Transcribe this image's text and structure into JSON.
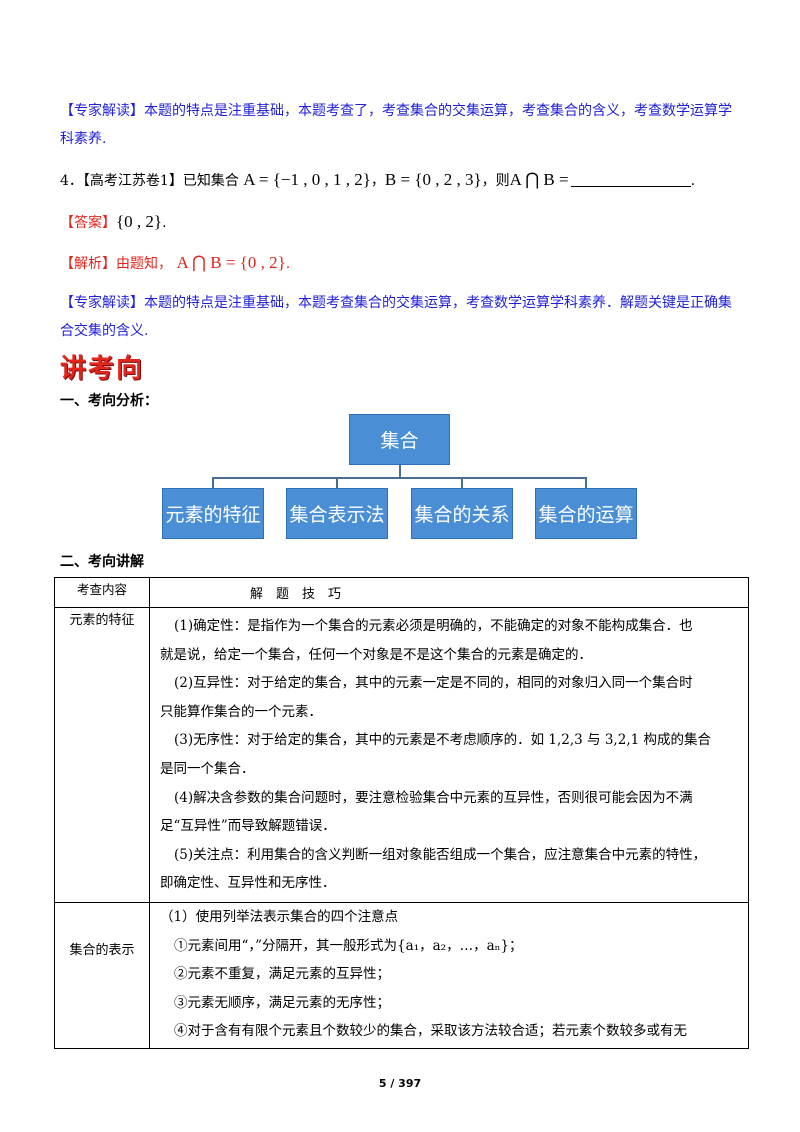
{
  "p1": {
    "tag": "【专家解读】",
    "line1": "本题的特点是注重基础，本题考查了，考查集合的交集运算，考查集合的含义，考查数学运算学",
    "line2": "科素养."
  },
  "q4": {
    "number": "4．",
    "source": "【高考江苏卷1】",
    "text": "已知集合",
    "set_a": "A = {−1 , 0 , 1 , 2}",
    "comma": "，",
    "set_b": "B = {0 , 2 , 3}",
    "then": "，则",
    "expr": "A ⋂ B =",
    "end": "."
  },
  "answer": {
    "tag": "【答案】",
    "value": "{0 , 2}",
    "end": "."
  },
  "analysis": {
    "tag": "【解析】",
    "text": "由题知，",
    "expr": "A ⋂ B = {0 , 2}",
    "end": "."
  },
  "p2": {
    "tag": "【专家解读】",
    "line1": "本题的特点是注重基础，本题考查集合的交集运算，考查数学运算学科素养．解题关键是正确集",
    "line2": "合交集的含义."
  },
  "banner": "讲考向",
  "section1": "一、考向分析：",
  "diagram": {
    "root": "集合",
    "children": [
      "元素的特征",
      "集合表示法",
      "集合的关系",
      "集合的运算"
    ]
  },
  "section2": "二、考向讲解",
  "table": {
    "header": [
      "考查内容",
      "解　题　技　巧"
    ],
    "row1": {
      "label": "元素的特征",
      "p1a": "(1)确定性：是指作为一个集合的元素必须是明确的，不能确定的对象不能构成集合．也",
      "p1b": "就是说，给定一个集合，任何一个对象是不是这个集合的元素是确定的．",
      "p2a": "(2)互异性：对于给定的集合，其中的元素一定是不同的，相同的对象归入同一个集合时",
      "p2b": "只能算作集合的一个元素．",
      "p3a": "(3)无序性：对于给定的集合，其中的元素是不考虑顺序的．如 1,2,3 与 3,2,1 构成的集合",
      "p3b": "是同一个集合．",
      "p4a": "(4)解决含参数的集合问题时，要注意检验集合中元素的互异性，否则很可能会因为不满",
      "p4b": "足“互异性”而导致解题错误．",
      "p5a": "(5)关注点：利用集合的含义判断一组对象能否组成一个集合，应注意集合中元素的特性，",
      "p5b": "即确定性、互异性和无序性．"
    },
    "row2": {
      "label": "集合的表示",
      "title": "（1）使用列举法表示集合的四个注意点",
      "i1": "①元素间用“，”分隔开，其一般形式为{a₁，a₂，…，aₙ}；",
      "i2": "②元素不重复，满足元素的互异性；",
      "i3": "③元素无顺序，满足元素的无序性；",
      "i4": "④对于含有有限个元素且个数较少的集合，采取该方法较合适；若元素个数较多或有无"
    }
  },
  "page_number": "5 / 397",
  "colors": {
    "blue_text": "#1f1fd6",
    "red_text": "#e0261d",
    "node_fill": "#4a8fd6"
  }
}
